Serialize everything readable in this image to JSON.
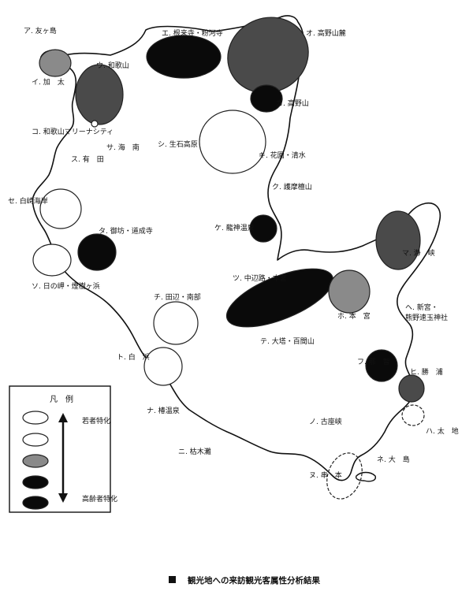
{
  "caption": "観光地への来訪観光客属性分析結果",
  "colors": {
    "white": "#ffffff",
    "gray": "#8a8a8a",
    "dark": "#4a4a4a",
    "black": "#0a0a0a",
    "stroke": "#222222"
  },
  "legend": {
    "title": "凡　例",
    "young_label": "若者特化",
    "old_label": "高齢者特化"
  },
  "labels": {
    "a": "ア. 友ヶ島",
    "b": "イ. 加　太",
    "c": "ウ. 和歌山",
    "d": "エ. 根来寺・粉河寺",
    "e": "オ. 高野山麓",
    "f": "カ. 高野山",
    "g": "キ. 花園・清水",
    "h": "ク. 護摩檀山",
    "i": "ケ. 龍神温泉",
    "j": "コ. 和歌山マリーナシティ",
    "k": "サ. 海　南",
    "l": "シ. 生石高原",
    "m": "ス. 有　田",
    "n": "セ. 白崎海岸",
    "o": "ソ. 日の岬・煙樹ヶ浜",
    "p": "タ. 御坊・道成寺",
    "q": "チ. 田辺・南部",
    "r": "ツ. 中辺路・本宮",
    "s": "テ. 大塔・百間山",
    "t": "ト. 白　浜",
    "u": "ナ. 椿温泉",
    "v": "ニ. 枯木灘",
    "w": "ヌ. 串　本",
    "x": "ネ. 大　島",
    "y": "ノ. 古座峡",
    "z": "ハ. 太　地",
    "aa": "ヒ. 勝　浦",
    "ab": "フ. 那　智",
    "ac": "ヘ. 新宮・",
    "ac2": "熊野速玉神社",
    "ad": "ホ. 本　宮",
    "ae": "マ. 瀞　峡"
  }
}
